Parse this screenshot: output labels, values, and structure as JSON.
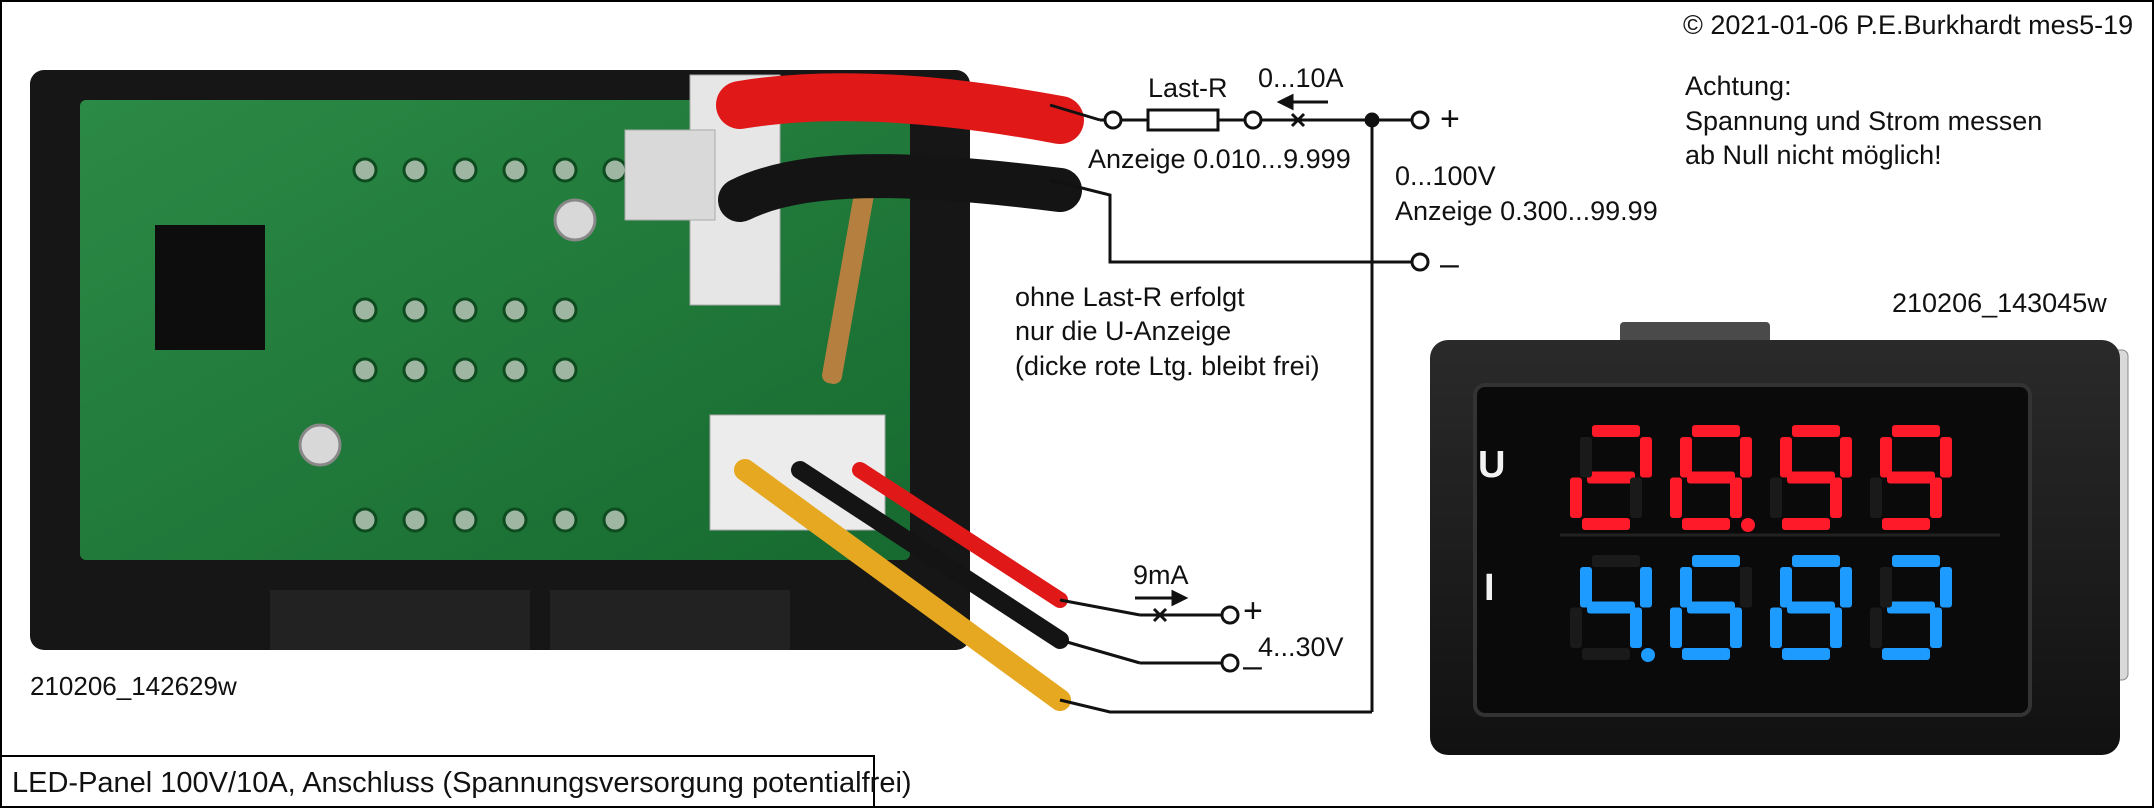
{
  "copyright": "© 2021-01-06 P.E.Burkhardt mes5-19",
  "warning": {
    "line1": "Achtung:",
    "line2": "Spannung und Strom messen",
    "line3": "ab Null nicht möglich!"
  },
  "circuit": {
    "load_label": "Last-R",
    "current_range": "0...10A",
    "current_display": "Anzeige 0.010...9.999",
    "voltage_range": "0...100V",
    "voltage_display": "Anzeige 0.300...99.99",
    "plus": "+",
    "minus": "–",
    "note_line1": "ohne Last-R erfolgt",
    "note_line2": "nur die U-Anzeige",
    "note_line3": "(dicke rote Ltg. bleibt frei)",
    "supply_current": "9mA",
    "supply_range": "4...30V"
  },
  "photos": {
    "back_caption": "210206_142629w",
    "front_caption": "210206_143045w"
  },
  "display": {
    "u_label": "U",
    "i_label": "I",
    "voltage_digits": [
      "2",
      "8",
      "9",
      "9"
    ],
    "current_digits": [
      "4",
      "6",
      "8",
      "3"
    ],
    "voltage_color": "#ff1a2a",
    "current_color": "#1e9bff"
  },
  "caption": "LED-Panel 100V/10A, Anschluss (Spannungsversorgung potentialfrei)",
  "colors": {
    "pcb": "#1f7a3a",
    "wire_red": "#e01818",
    "wire_black": "#141414",
    "wire_yellow": "#e6a820",
    "housing": "#1c1c1c"
  },
  "icons": [
    "resistor-symbol",
    "terminal-circle",
    "current-arrow",
    "junction-dot"
  ]
}
